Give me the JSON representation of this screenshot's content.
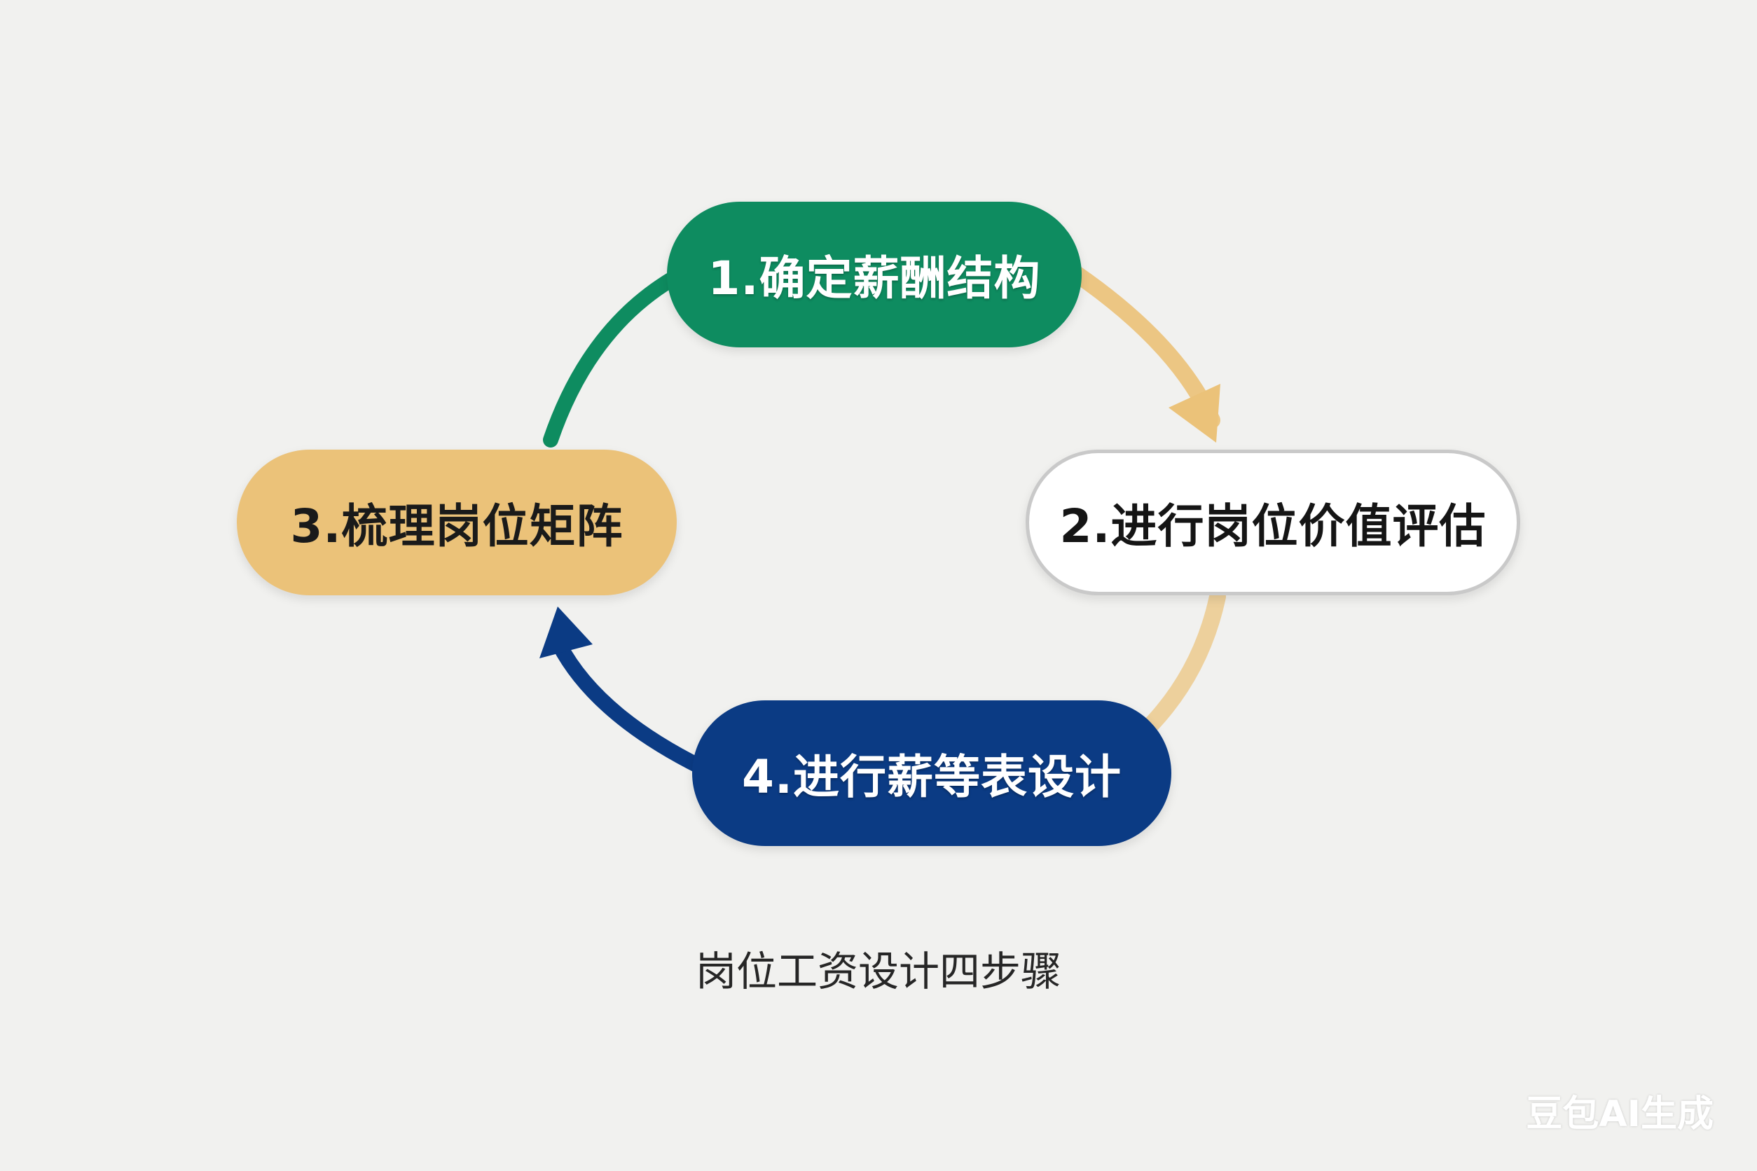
{
  "diagram": {
    "steps": [
      {
        "label": "1.确定薪酬结构",
        "fill": "#0e8c60",
        "text_color": "#ffffff"
      },
      {
        "label": "2.进行岗位价值评估",
        "fill": "#ffffff",
        "text_color": "#151515"
      },
      {
        "label": "3.梳理岗位矩阵",
        "fill": "#ebc279",
        "text_color": "#1a1a1a"
      },
      {
        "label": "4.进行薪等表设计",
        "fill": "#0b3b84",
        "text_color": "#ffffff"
      }
    ],
    "connectors": [
      {
        "from": "1",
        "to": "2",
        "color": "#ebc279",
        "arrow": true
      },
      {
        "from": "2",
        "to": "4",
        "color": "#ebc279",
        "arrow": false
      },
      {
        "from": "4",
        "to": "3",
        "color": "#0b3b84",
        "arrow": true
      },
      {
        "from": "3",
        "to": "1",
        "color": "#0e8c60",
        "arrow": false
      }
    ]
  },
  "caption": "岗位工资设计四步骤",
  "watermark": "豆包AI生成"
}
